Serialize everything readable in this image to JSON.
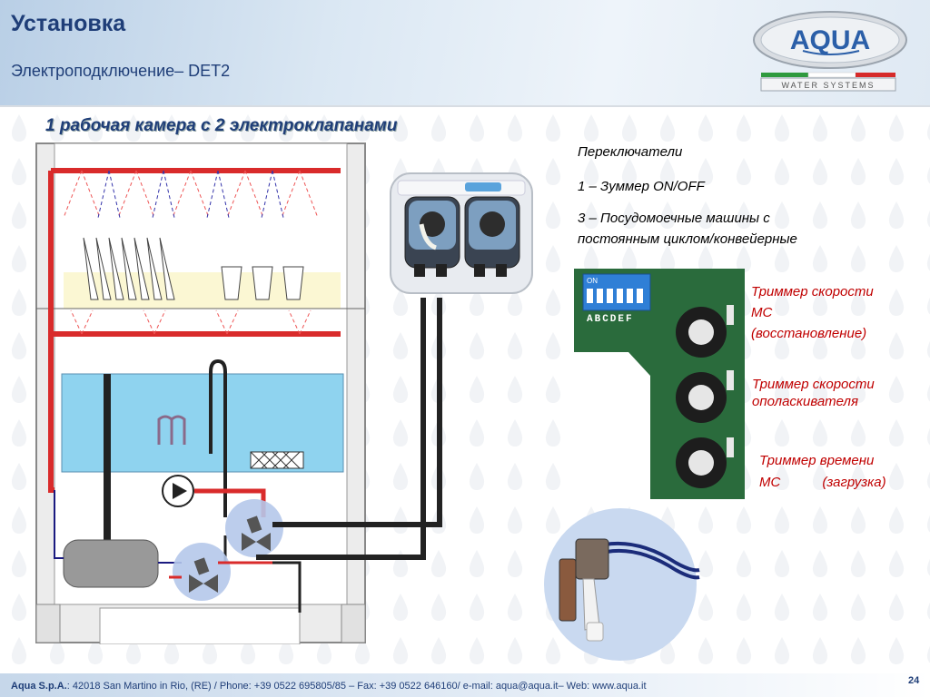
{
  "header": {
    "title": "Установка",
    "subtitle": "Электроподключение– DET2"
  },
  "logo": {
    "brand": "AQUA",
    "tagline": "WATER SYSTEMS",
    "colors": {
      "green": "#2e9a3e",
      "white": "#ffffff",
      "red": "#d62a2a",
      "blue": "#2b5fa8"
    }
  },
  "slide": {
    "heading": "1 рабочая камера с 2 электроклапанами"
  },
  "info": {
    "switches_title": "Переключатели",
    "line1": "1 – Зуммер ON/OFF",
    "line2a": "3 – Посудомоечные машины с",
    "line2b": "постоянным циклом/конвейерные"
  },
  "labels": {
    "trim1_a": "Триммер скорости",
    "trim1_b": "МС",
    "trim1_c": "(восстановление)",
    "trim2_a": "Триммер скорости",
    "trim2_b": "ополаскивателя",
    "trim3_a": "Триммер времени",
    "trim3_b": "МС",
    "trim3_c": "(загрузка)"
  },
  "pcb": {
    "dip_on": "ON",
    "dip_letters": "ABCDEF"
  },
  "footer": {
    "company": "Aqua S.p.A.",
    "contact": ": 42018 San Martino in Rio, (RE) / Phone: +39 0522 695805/85 – Fax: +39 0522 646160/ e-mail: aqua@aqua.it– Web: www.aqua.it",
    "page": "24"
  }
}
